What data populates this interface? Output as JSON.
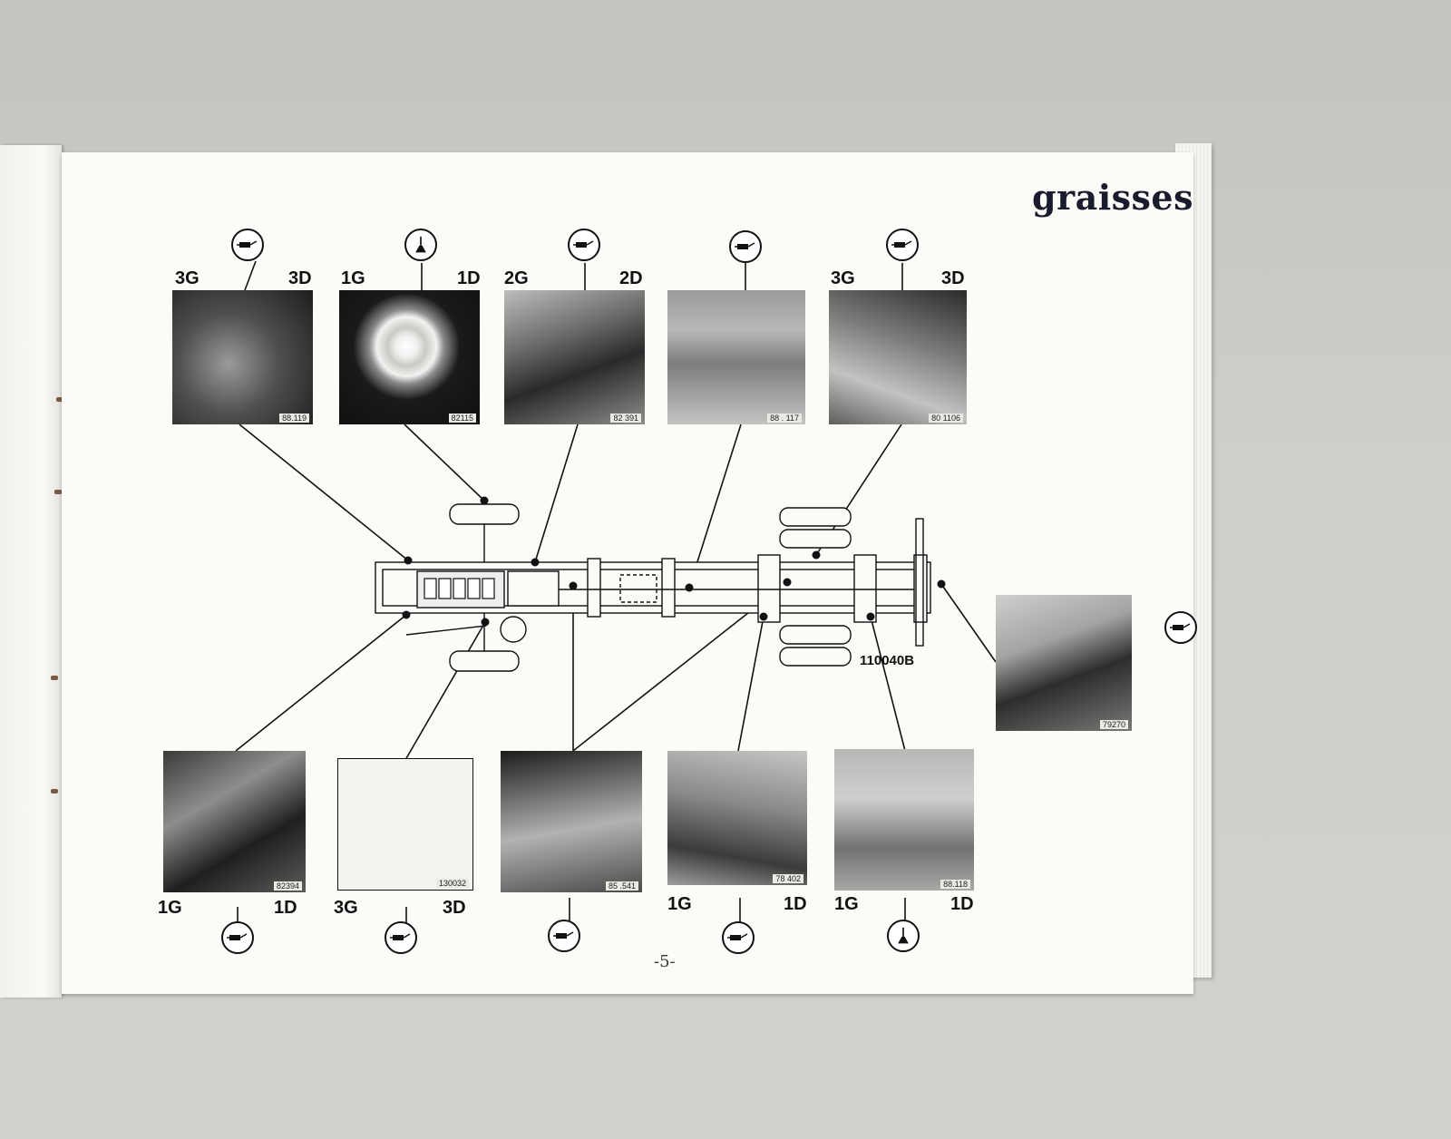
{
  "page": {
    "title": "graisses",
    "page_number": "-5-",
    "diagram_ref": "110040B"
  },
  "top_photos": [
    {
      "left_label": "3G",
      "right_label": "3D",
      "code": "88.119",
      "symbol": "grease-gun-icon"
    },
    {
      "left_label": "1G",
      "right_label": "1D",
      "code": "82115",
      "symbol": "oil-can-icon"
    },
    {
      "left_label": "2G",
      "right_label": "2D",
      "code": "82 391",
      "symbol": "grease-gun-icon"
    },
    {
      "left_label": "",
      "right_label": "",
      "code": "88 . 117",
      "symbol": "grease-gun-icon"
    },
    {
      "left_label": "3G",
      "right_label": "3D",
      "code": "80 1106",
      "symbol": "grease-gun-icon"
    }
  ],
  "bottom_photos": [
    {
      "left_label": "1G",
      "right_label": "1D",
      "code": "82394",
      "symbol": "grease-gun-icon"
    },
    {
      "left_label": "3G",
      "right_label": "3D",
      "code": "130032",
      "symbol": "grease-gun-icon"
    },
    {
      "left_label": "",
      "right_label": "",
      "code": "85 .541",
      "symbol": "grease-gun-icon"
    },
    {
      "left_label": "1G",
      "right_label": "1D",
      "code": "78 402",
      "symbol": "grease-gun-icon"
    },
    {
      "left_label": "1G",
      "right_label": "1D",
      "code": "88.118",
      "symbol": "oil-can-icon"
    }
  ],
  "side_photo": {
    "code": "79270",
    "symbol": "grease-gun-icon"
  }
}
